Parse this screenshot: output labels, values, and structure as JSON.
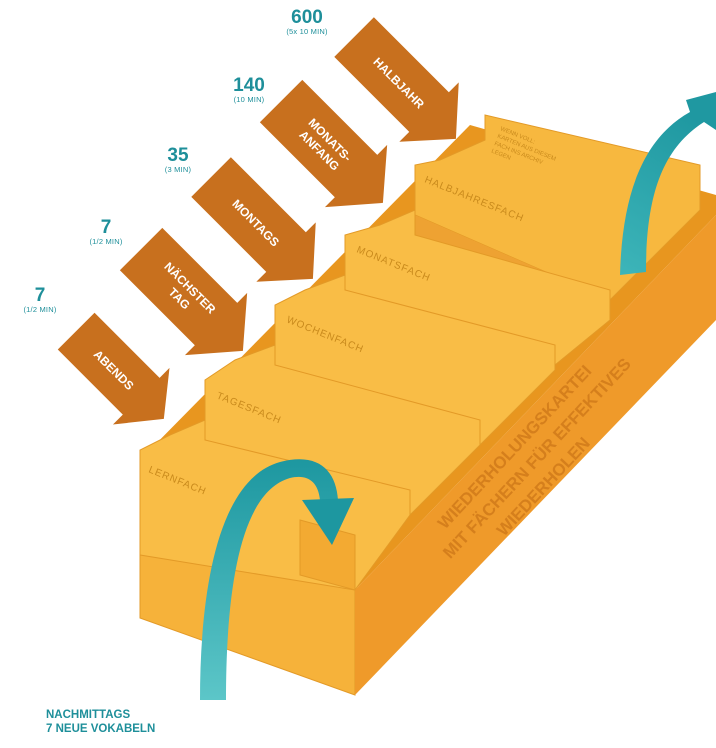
{
  "stages": [
    {
      "count": "7",
      "duration": "(1/2 MIN)",
      "arrow_label": "ABENDS",
      "tab_label": "LERNFACH"
    },
    {
      "count": "7",
      "duration": "(1/2 MIN)",
      "arrow_label_line1": "NÄCHSTER",
      "arrow_label_line2": "TAG",
      "tab_label": "TAGESFACH"
    },
    {
      "count": "35",
      "duration": "(3 MIN)",
      "arrow_label": "MONTAGS",
      "tab_label": "WOCHENFACH"
    },
    {
      "count": "140",
      "duration": "(10 MIN)",
      "arrow_label_line1": "MONATS-",
      "arrow_label_line2": "ANFANG",
      "tab_label": "MONATSFACH"
    },
    {
      "count": "600",
      "duration": "(5x 10 MIN)",
      "arrow_label": "HALBJAHR",
      "tab_label": "HALBJAHRESFACH"
    }
  ],
  "last_card_note": [
    "WENN VOLL:",
    "KARTEN AUS DIESEM",
    "FACH INS ARCHIV",
    "LEGEN"
  ],
  "side_title": [
    "WIEDERHOLUNGSKARTEI",
    "MIT FÄCHERN FÜR EFFEKTIVES",
    "WIEDERHOLEN"
  ],
  "input_label": [
    "NACHMITTAGS",
    "7 NEUE VOKABELN"
  ],
  "colors": {
    "box_front": "#f6b23a",
    "box_side": "#ef9a2a",
    "card": "#f9be48",
    "card_edge": "#e79a24",
    "arrow_orange": "#c8701e",
    "arrow_teal": "#2aa7ae",
    "label_teal": "#1e8f9a"
  }
}
